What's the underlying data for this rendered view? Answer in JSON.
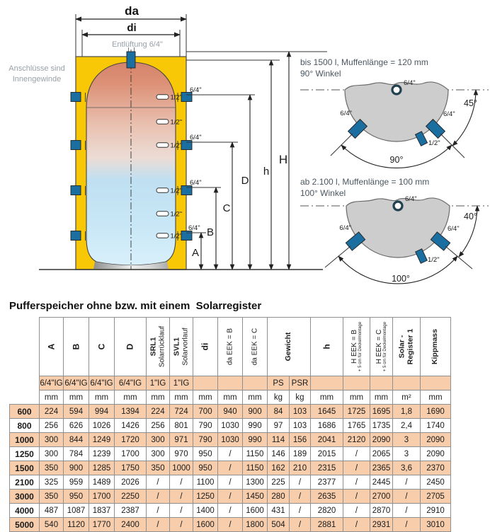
{
  "diagram": {
    "da": "da",
    "di": "di",
    "vent": "Entlüftung 6/4\"",
    "note_left1": "Anschlüsse sind",
    "note_left2": "Innengewinde",
    "conn64": "6/4\"",
    "conn12": "1/2\"",
    "dimA": "A",
    "dimB": "B",
    "dimC": "C",
    "dimD": "D",
    "dimh": "h",
    "dimH": "H",
    "d1_line1": "bis 1500 l, Muffenlänge = 120 mm",
    "d1_line2": "90° Winkel",
    "d1_angle_small": "45°",
    "d1_angle_big": "90°",
    "d2_line1": "ab 2.100 l, Muffenlänge = 100 mm",
    "d2_line2": "100° Winkel",
    "d2_angle_small": "40°",
    "d2_angle_big": "100°",
    "colors": {
      "insulation": "#F8C705",
      "connection_stub": "#1A6FA0",
      "disc_gray": "#CDCDCD",
      "note_text": "#4A5660",
      "table_accent": "#F7CDAB"
    }
  },
  "table": {
    "title": "Pufferspeicher ohne bzw. mit einem  Solarregister",
    "headers": [
      {
        "main": "A"
      },
      {
        "main": "B"
      },
      {
        "main": "C"
      },
      {
        "main": "D"
      },
      {
        "main": "SRL1",
        "sub": "Solarrücklauf"
      },
      {
        "main": "SVL1",
        "sub": "Solarvorlauf"
      },
      {
        "main": "di"
      },
      {
        "main": "da EEK = B"
      },
      {
        "main": "da EEK = C"
      },
      {
        "main": "Gewicht"
      },
      {
        "main": "h"
      },
      {
        "main": "H EEK = B",
        "sub": "+ 5 cm für Deckelmontage"
      },
      {
        "main": "H EEK = C",
        "sub": "+ 5 cm für Deckelmontage"
      },
      {
        "main": "Solar -",
        "sub": "Register 1"
      },
      {
        "main": "Kippmass"
      }
    ],
    "subheader": [
      "6/4\"IG",
      "6/4\"IG",
      "6/4\"IG",
      "6/4\"IG",
      "1\"IG",
      "1\"IG",
      "",
      "",
      "",
      "PS",
      "PSR",
      "",
      "",
      "",
      "",
      ""
    ],
    "units": [
      "mm",
      "mm",
      "mm",
      "mm",
      "mm",
      "mm",
      "mm",
      "mm",
      "mm",
      "kg",
      "kg",
      "mm",
      "mm",
      "mm",
      "m²",
      "mm"
    ],
    "rows": [
      {
        "label": "600",
        "cells": [
          "224",
          "594",
          "994",
          "1394",
          "224",
          "724",
          "700",
          "940",
          "900",
          "84",
          "103",
          "1645",
          "1725",
          "1695",
          "1,8",
          "1690"
        ]
      },
      {
        "label": "800",
        "cells": [
          "256",
          "626",
          "1026",
          "1426",
          "256",
          "801",
          "790",
          "1030",
          "990",
          "97",
          "103",
          "1686",
          "1765",
          "1735",
          "2,4",
          "1740"
        ]
      },
      {
        "label": "1000",
        "cells": [
          "300",
          "844",
          "1249",
          "1720",
          "300",
          "971",
          "790",
          "1030",
          "990",
          "114",
          "156",
          "2041",
          "2120",
          "2090",
          "3",
          "2090"
        ]
      },
      {
        "label": "1250",
        "cells": [
          "300",
          "784",
          "1239",
          "1700",
          "300",
          "970",
          "950",
          "/",
          "1150",
          "146",
          "189",
          "2015",
          "/",
          "2065",
          "3",
          "2090"
        ]
      },
      {
        "label": "1500",
        "cells": [
          "350",
          "900",
          "1285",
          "1750",
          "350",
          "1000",
          "950",
          "/",
          "1150",
          "162",
          "210",
          "2315",
          "/",
          "2365",
          "3,6",
          "2370"
        ]
      },
      {
        "label": "2100",
        "cells": [
          "325",
          "959",
          "1489",
          "2026",
          "/",
          "/",
          "1100",
          "/",
          "1300",
          "225",
          "/",
          "2377",
          "/",
          "2445",
          "/",
          "2450"
        ]
      },
      {
        "label": "3000",
        "cells": [
          "350",
          "950",
          "1700",
          "2250",
          "/",
          "/",
          "1250",
          "/",
          "1450",
          "280",
          "/",
          "2635",
          "/",
          "2700",
          "/",
          "2705"
        ]
      },
      {
        "label": "4000",
        "cells": [
          "487",
          "1087",
          "1837",
          "2387",
          "/",
          "/",
          "1400",
          "/",
          "1600",
          "431",
          "/",
          "2820",
          "/",
          "2870",
          "/",
          "2910"
        ]
      },
      {
        "label": "5000",
        "cells": [
          "540",
          "1120",
          "1770",
          "2400",
          "/",
          "/",
          "1600",
          "/",
          "1800",
          "504",
          "/",
          "2881",
          "/",
          "2931",
          "/",
          "3010"
        ]
      }
    ]
  }
}
